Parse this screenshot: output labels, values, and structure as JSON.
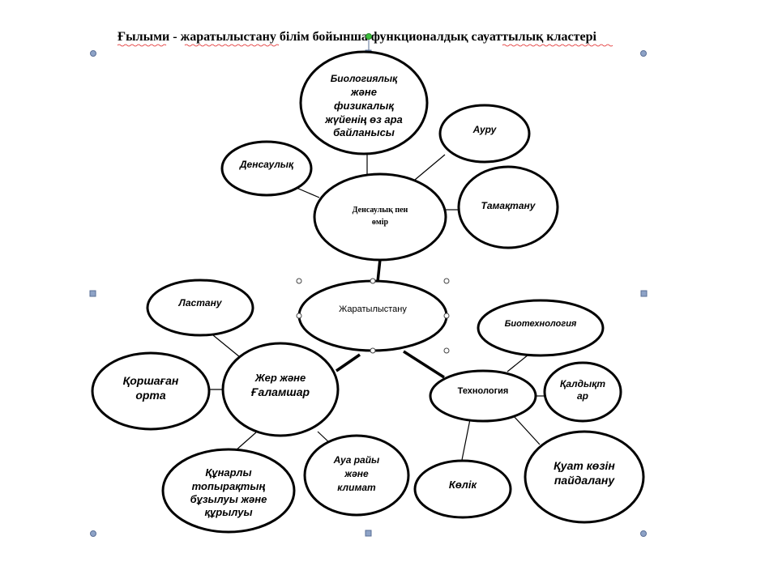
{
  "title": "Ғылыми - жаратылыстану білім бойынша функционалдық сауаттылық кластері",
  "nodes": {
    "center": "Жаратылыстану",
    "health_life": [
      "Денсаулық пен",
      "өмір"
    ],
    "bio_phys": [
      "Биологиялық",
      "және",
      "физикалық",
      "жүйенің өз ара",
      "байланысы"
    ],
    "health": "Денсаулық",
    "disease": "Ауру",
    "nutrition": "Тамақтану",
    "earth_universe": [
      "Жер және",
      "Ғаламшар"
    ],
    "pollution": "Ластану",
    "environment": [
      "Қоршаған",
      "орта"
    ],
    "soil": [
      "Құнарлы",
      "топырақтың",
      "бұзылуы және",
      "құрылуы"
    ],
    "weather": [
      "Ауа райы",
      "және",
      "климат"
    ],
    "technology": "Технология",
    "biotech": "Биотехнология",
    "waste": [
      "Қалдықт",
      "ар"
    ],
    "transport": "Көлік",
    "energy": [
      "Қуат көзін",
      "пайдалану"
    ]
  }
}
